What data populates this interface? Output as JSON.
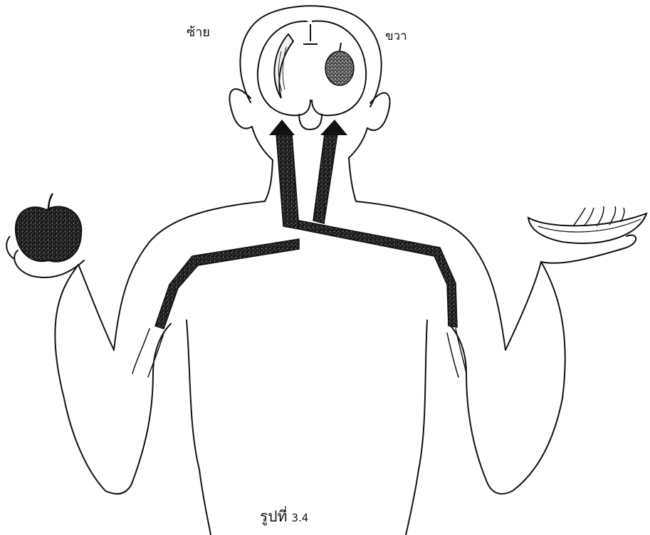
{
  "labels": {
    "left_side": "ซ้าย",
    "right_side": "ขวา"
  },
  "caption": {
    "prefix": "รูปที่",
    "number": "3.4"
  }
}
